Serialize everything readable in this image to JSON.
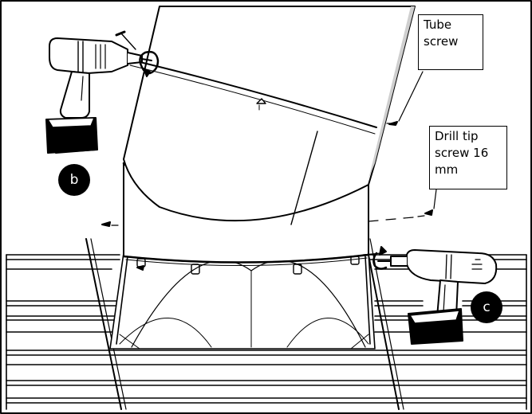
{
  "callouts": {
    "tube_screw": {
      "line1": "Tube",
      "line2": "screw"
    },
    "drill_tip_screw": {
      "line1": "Drill tip",
      "line2": "screw 16",
      "line3": "mm"
    }
  },
  "badges": {
    "b": "b",
    "c": "c"
  },
  "colors": {
    "ink": "#000000",
    "paper": "#ffffff",
    "shade": "#cfcfcf"
  }
}
